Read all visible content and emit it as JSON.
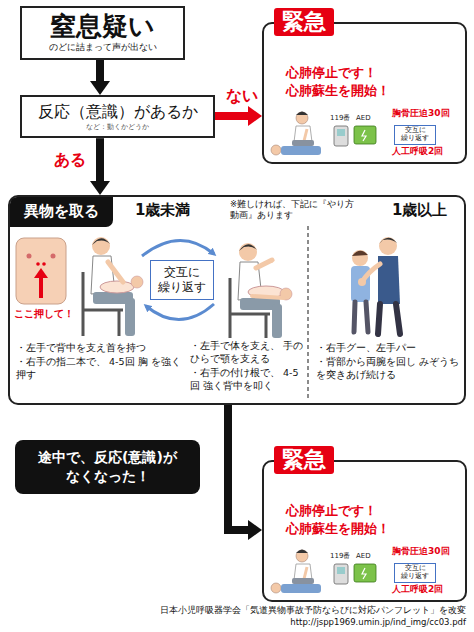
{
  "diagram": {
    "nodes": [
      {
        "text": [
          "窒息疑い",
          "のどに詰まって声が出ない"
        ]
      },
      {
        "text": [
          "反応（意識）があるか",
          "など：動くかどうか"
        ]
      },
      {
        "text": [
          "緊急",
          "心肺停止です！ 心肺蘇生を開始！"
        ]
      },
      {
        "text": [
          "交互に 繰り返す"
        ],
        "in": 2
      },
      {
        "text": [
          "異物を取る"
        ]
      },
      {
        "text": [
          "交互に 繰り返す"
        ],
        "in": 4
      },
      {
        "text": [
          "途中で、反応(意識)が なくなった！"
        ]
      },
      {
        "text": [
          "緊急",
          "心肺停止です！ 心肺蘇生を開始！"
        ]
      },
      {
        "text": [
          "交互に 繰り返す"
        ],
        "in": 7
      }
    ],
    "edges": [
      {
        "from": 0,
        "to": 1,
        "arrow": "to"
      },
      {
        "from": 1,
        "to": 2,
        "label": "ない",
        "arrow": "to"
      },
      {
        "from": 1,
        "to": 4,
        "label": "ある",
        "arrow": "to"
      },
      {
        "from": 4,
        "to": 7,
        "arrow": "to"
      }
    ],
    "labels": [
      "119番",
      "AED",
      "胸骨圧迫30回",
      "人工呼吸2回",
      "1歳未満",
      "※難しければ、下記に『やり方動画』あります",
      "1歳以上",
      "ここ押して！",
      "・左手で背中を支え首を持つ",
      "・右手の指二本で、 4-5回 胸 を強く押す",
      "・左手で体を支え、 手のひらで顎を支える",
      "・右手の付け根で、 4-5回 強く背中を叩く",
      "・右手グー、左手パー",
      "・背部から両腕を回し みぞうちを突きあげ続ける",
      "119番",
      "AED",
      "胸骨圧迫30回",
      "人工呼吸2回",
      "日本小児呼吸器学会「気道異物事故予防ならびに対応パンフレット」を改変",
      "http://jspp1969.umin.jp/ind_img/cc03.pdf"
    ]
  }
}
